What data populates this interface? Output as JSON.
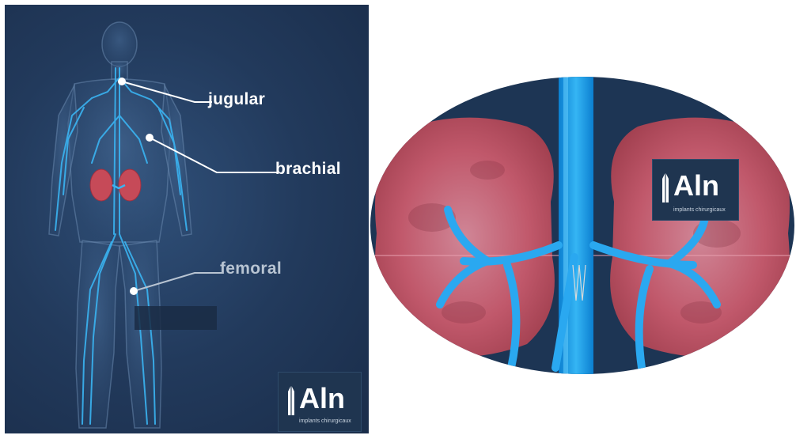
{
  "left_panel": {
    "labels": {
      "jugular": "jugular",
      "brachial": "brachial",
      "femoral": "femoral"
    }
  },
  "logo": {
    "text": "Aln",
    "subtitle": "implants chirurgicaux"
  },
  "colors": {
    "background_dark": "#1f3550",
    "vessel_blue": "#1e9ee8",
    "kidney_red": "#c84f6a",
    "label_white": "#ffffff"
  }
}
